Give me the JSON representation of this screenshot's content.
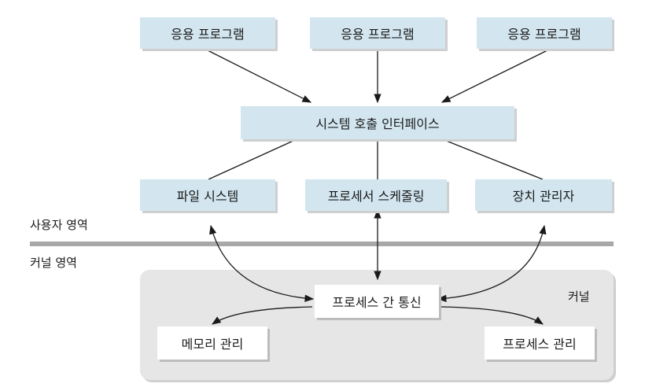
{
  "applications": [
    "응용 프로그램",
    "응용 프로그램",
    "응용 프로그램"
  ],
  "system_call_interface": "시스템 호출 인터페이스",
  "user_components": [
    "파일 시스템",
    "프로세서 스케줄링",
    "장치 관리자"
  ],
  "regions": {
    "user": "사용자 영역",
    "kernel": "커널 영역"
  },
  "kernel": {
    "label": "커널",
    "ipc": "프로세스 간 통신",
    "memory": "메모리 관리",
    "process": "프로세스 관리"
  },
  "colors": {
    "box_blue": "#d3e6f0",
    "divider": "#a8a8a8",
    "kernel_bg": "#e6e6e6"
  }
}
